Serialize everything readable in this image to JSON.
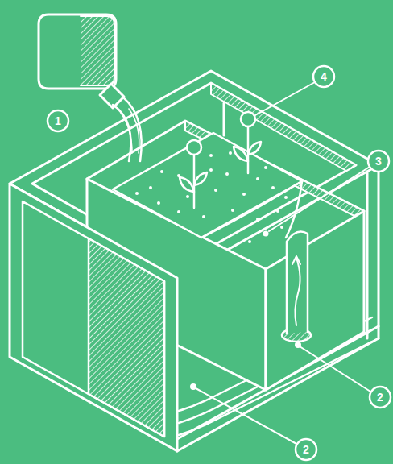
{
  "diagram": {
    "labels": [
      "4",
      "1",
      "3",
      "2",
      "2"
    ]
  }
}
